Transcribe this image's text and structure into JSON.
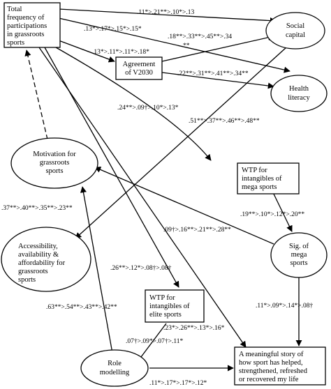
{
  "nodes": {
    "total_frequency": [
      "Total",
      "frequency of",
      "participations",
      "in grassroots",
      "sports"
    ],
    "social_capital": [
      "Social",
      "capital"
    ],
    "agreement_v2030": [
      "Agreement",
      "of V2030"
    ],
    "health_literacy": [
      "Health",
      "literacy"
    ],
    "motivation": [
      "Motivation for",
      "grassroots",
      "sports"
    ],
    "wtp_mega": [
      "WTP for",
      "intangibles of",
      "mega sports"
    ],
    "accessibility": [
      "Accessibility,",
      "availability &",
      "affordability for",
      "grassroots",
      "sports"
    ],
    "sig_mega": [
      "Sig. of",
      "mega",
      "sports"
    ],
    "wtp_elite": [
      "WTP for",
      "intangibles of",
      "elite sports"
    ],
    "role_modelling": [
      "Role",
      "modelling"
    ],
    "meaningful_story": [
      "A meaningful story of",
      "how sport has helped,",
      "strengthened, refreshed",
      "or recovered my life"
    ]
  },
  "coefficients": {
    "freq_social": ".11*>.21**>.10*>.13",
    "freq_health": ".13*>.17*>.15*>.15*",
    "agreement_social_1": ".18**>.33**>.45**>.34",
    "agreement_social_2": "**",
    "freq_agreement": ".13*>.11*>.11*>.18*",
    "agreement_health": ".22**>.31**>.41**>.34**",
    "freq_wtp_mega": ".24**>.09†>.10*>.13*",
    "social_accessibility": ".51**>.37**>.46**>.48**",
    "accessibility_motivation": ".37**>.40**>.35**>.23**",
    "wtp_mega_sig": ".19**>.10*>.12*>.20**",
    "sig_motivation": ".09†>.16**>.21**>.28**",
    "freq_wtp_elite": ".26**>.12*>.08†>.08†",
    "role_motivation": ".63**>.54**>.43**>.42**",
    "freq_story": ".23*>.26**>.13*>.16*",
    "sig_story": ".11*>.09*>.14*>.08†",
    "elite_role": ".07†>.09*>.07†>.11*",
    "role_story": ".11*>.17*>.17*>.12*"
  }
}
